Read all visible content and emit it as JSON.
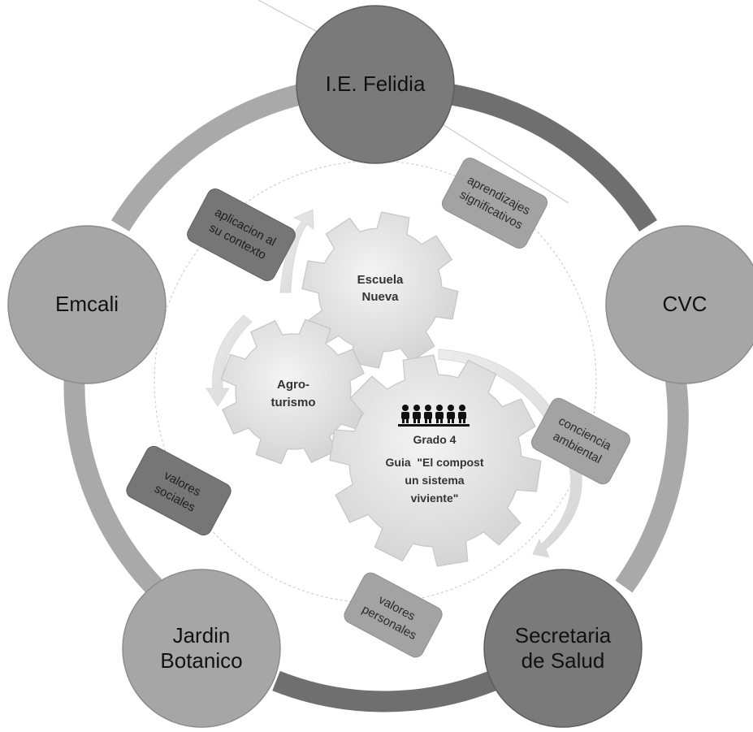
{
  "nodes": {
    "felidia": {
      "label": "I.E. Felidia"
    },
    "cvc": {
      "label": "CVC"
    },
    "salud": {
      "lines": [
        "Secretaria",
        "de Salud"
      ]
    },
    "jardin": {
      "lines": [
        "Jardin",
        "Botanico"
      ]
    },
    "emcali": {
      "label": "Emcali"
    }
  },
  "labels": {
    "aprendizajes": {
      "lines": [
        "aprendizajes",
        "significativos"
      ]
    },
    "conciencia": {
      "lines": [
        "conciencia",
        "ambiental"
      ]
    },
    "personales": {
      "lines": [
        "valores",
        "personales"
      ]
    },
    "sociales": {
      "lines": [
        "valores",
        "sociales"
      ]
    },
    "aplicacion": {
      "lines": [
        "aplicacion al",
        "su contexto"
      ]
    }
  },
  "gears": {
    "escuela": {
      "lines": [
        "Escuela",
        "Nueva"
      ]
    },
    "agro": {
      "lines": [
        "Agro-",
        "turismo"
      ]
    },
    "guia": {
      "lines": [
        "Grado 4",
        "Guia  \"El compost",
        "un sistema",
        "viviente\""
      ]
    }
  },
  "colors": {
    "ring": "#a9a9a9",
    "ring_dark": "#6f6f6f",
    "node_dark": "#7a7a7a",
    "node_light": "#a6a6a6",
    "label_dark": "#767676",
    "label_light": "#a3a3a3",
    "gear": "#e1e1e1"
  },
  "icons": {
    "children": "children-group-icon"
  }
}
